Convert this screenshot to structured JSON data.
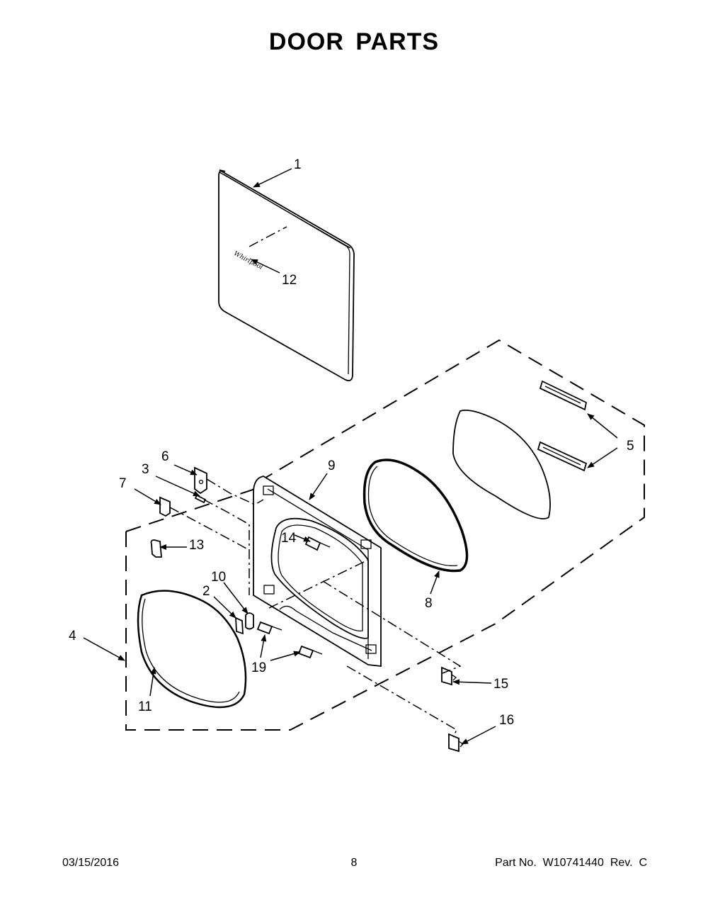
{
  "page": {
    "title": "DOOR PARTS"
  },
  "footer": {
    "date": "03/15/2016",
    "page_number": "8",
    "part_number": "Part No.  W10741440  Rev.  C"
  },
  "callouts": [
    "1",
    "2",
    "3",
    "4",
    "5",
    "6",
    "7",
    "8",
    "9",
    "10",
    "11",
    "12",
    "13",
    "14",
    "15",
    "16",
    "19"
  ],
  "logo_text": "Whirlpool",
  "colors": {
    "ink": "#000000",
    "paper": "#ffffff"
  }
}
